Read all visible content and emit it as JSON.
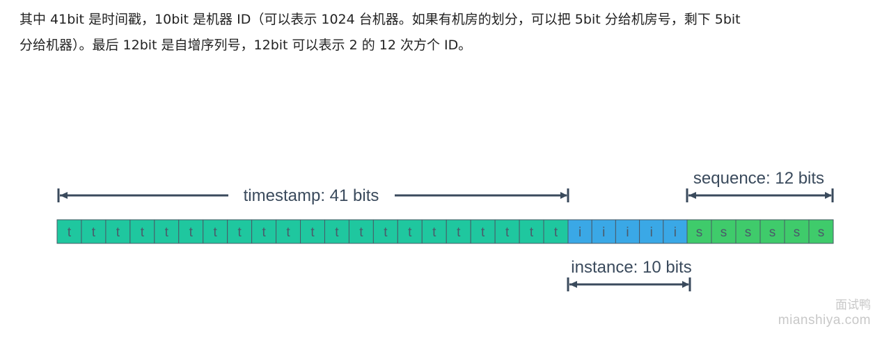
{
  "paragraph": {
    "line1": "其中 41bit 是时间戳，10bit 是机器 ID（可以表示 1024 台机器。如果有机房的划分，可以把 5bit 分给机房号，剩下 5bit",
    "line2": "分给机器）。最后 12bit 是自增序列号，12bit 可以表示 2 的 12 次方个 ID。"
  },
  "diagram": {
    "timestamp_label": "timestamp: 41 bits",
    "instance_label": "instance: 10 bits",
    "sequence_label": "sequence: 12 bits",
    "segments": [
      {
        "name": "timestamp",
        "letter": "t",
        "visible_cells": 21,
        "color": "#1fc79f"
      },
      {
        "name": "instance",
        "letter": "i",
        "visible_cells": 5,
        "color": "#3aa8e6"
      },
      {
        "name": "sequence",
        "letter": "s",
        "visible_cells": 6,
        "color": "#3fcb6b"
      }
    ],
    "arrow_color": "#3a4a5c"
  },
  "watermark": {
    "cn": "面试鸭",
    "en": "mianshiya.com"
  }
}
